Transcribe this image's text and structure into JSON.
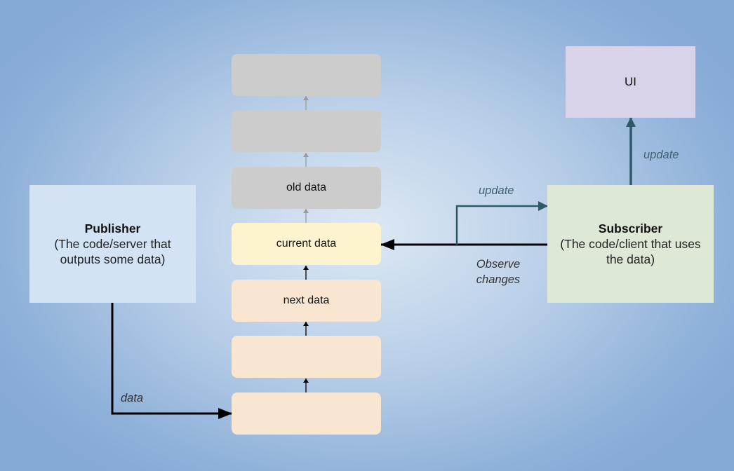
{
  "stack": {
    "items": [
      {
        "label": "",
        "tone": "gray"
      },
      {
        "label": "",
        "tone": "gray"
      },
      {
        "label": "old data",
        "tone": "gray"
      },
      {
        "label": "current data",
        "tone": "yellow"
      },
      {
        "label": "next data",
        "tone": "peach"
      },
      {
        "label": "",
        "tone": "peach"
      },
      {
        "label": "",
        "tone": "peach"
      }
    ]
  },
  "publisher": {
    "title": "Publisher",
    "description": "(The code/server that outputs some data)"
  },
  "subscriber": {
    "title": "Subscriber",
    "description": "(The code/client that uses the data)"
  },
  "ui": {
    "label": "UI"
  },
  "edges": {
    "data_label": "data",
    "observe_label": "Observe changes",
    "update_sub_label": "update",
    "update_ui_label": "update"
  },
  "colors": {
    "gray_box": "#cccccc",
    "current_box": "#fdf3cf",
    "future_box": "#f8e6d0",
    "publisher_box": "#d3e3f3",
    "subscriber_box": "#dde9d6",
    "ui_box": "#d8d3e8",
    "black_arrow": "#000000",
    "teal_arrow": "#2e5a68",
    "gray_arrow": "#9a9a9a"
  }
}
